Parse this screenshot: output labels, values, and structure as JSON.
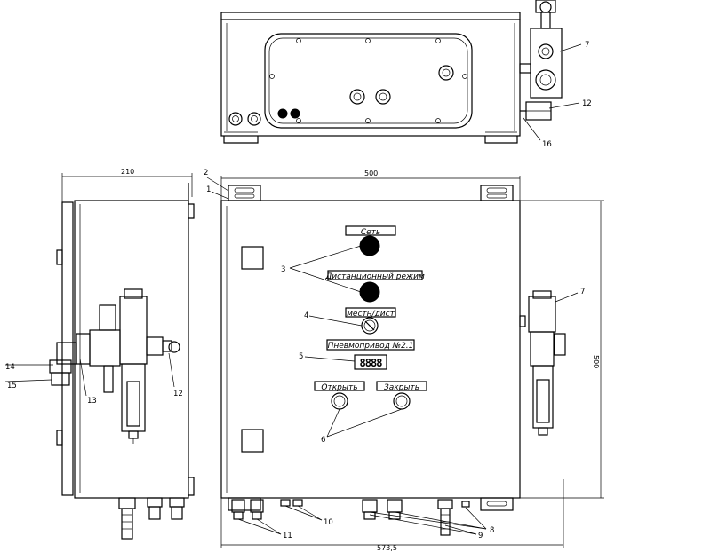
{
  "panel_labels": {
    "network": "Сеть",
    "remote_mode": "Дистанционный режим",
    "local_remote": "местн/дист",
    "actuator": "Пневмопривод №2.1",
    "open": "Открыть",
    "close": "Закрыть"
  },
  "dimensions": {
    "side_width": "210",
    "front_width": "500",
    "front_height": "500",
    "bottom_total": "573,5"
  },
  "callouts": {
    "c1": "1",
    "c2": "2",
    "c3": "3",
    "c4": "4",
    "c5": "5",
    "c6": "6",
    "c7_top": "7",
    "c7_right": "7",
    "c8": "8",
    "c9": "9",
    "c10": "10",
    "c11": "11",
    "c12_top": "12",
    "c12_side": "12",
    "c13": "13",
    "c14": "14",
    "c15": "15",
    "c16": "16"
  },
  "display_value": "8888"
}
